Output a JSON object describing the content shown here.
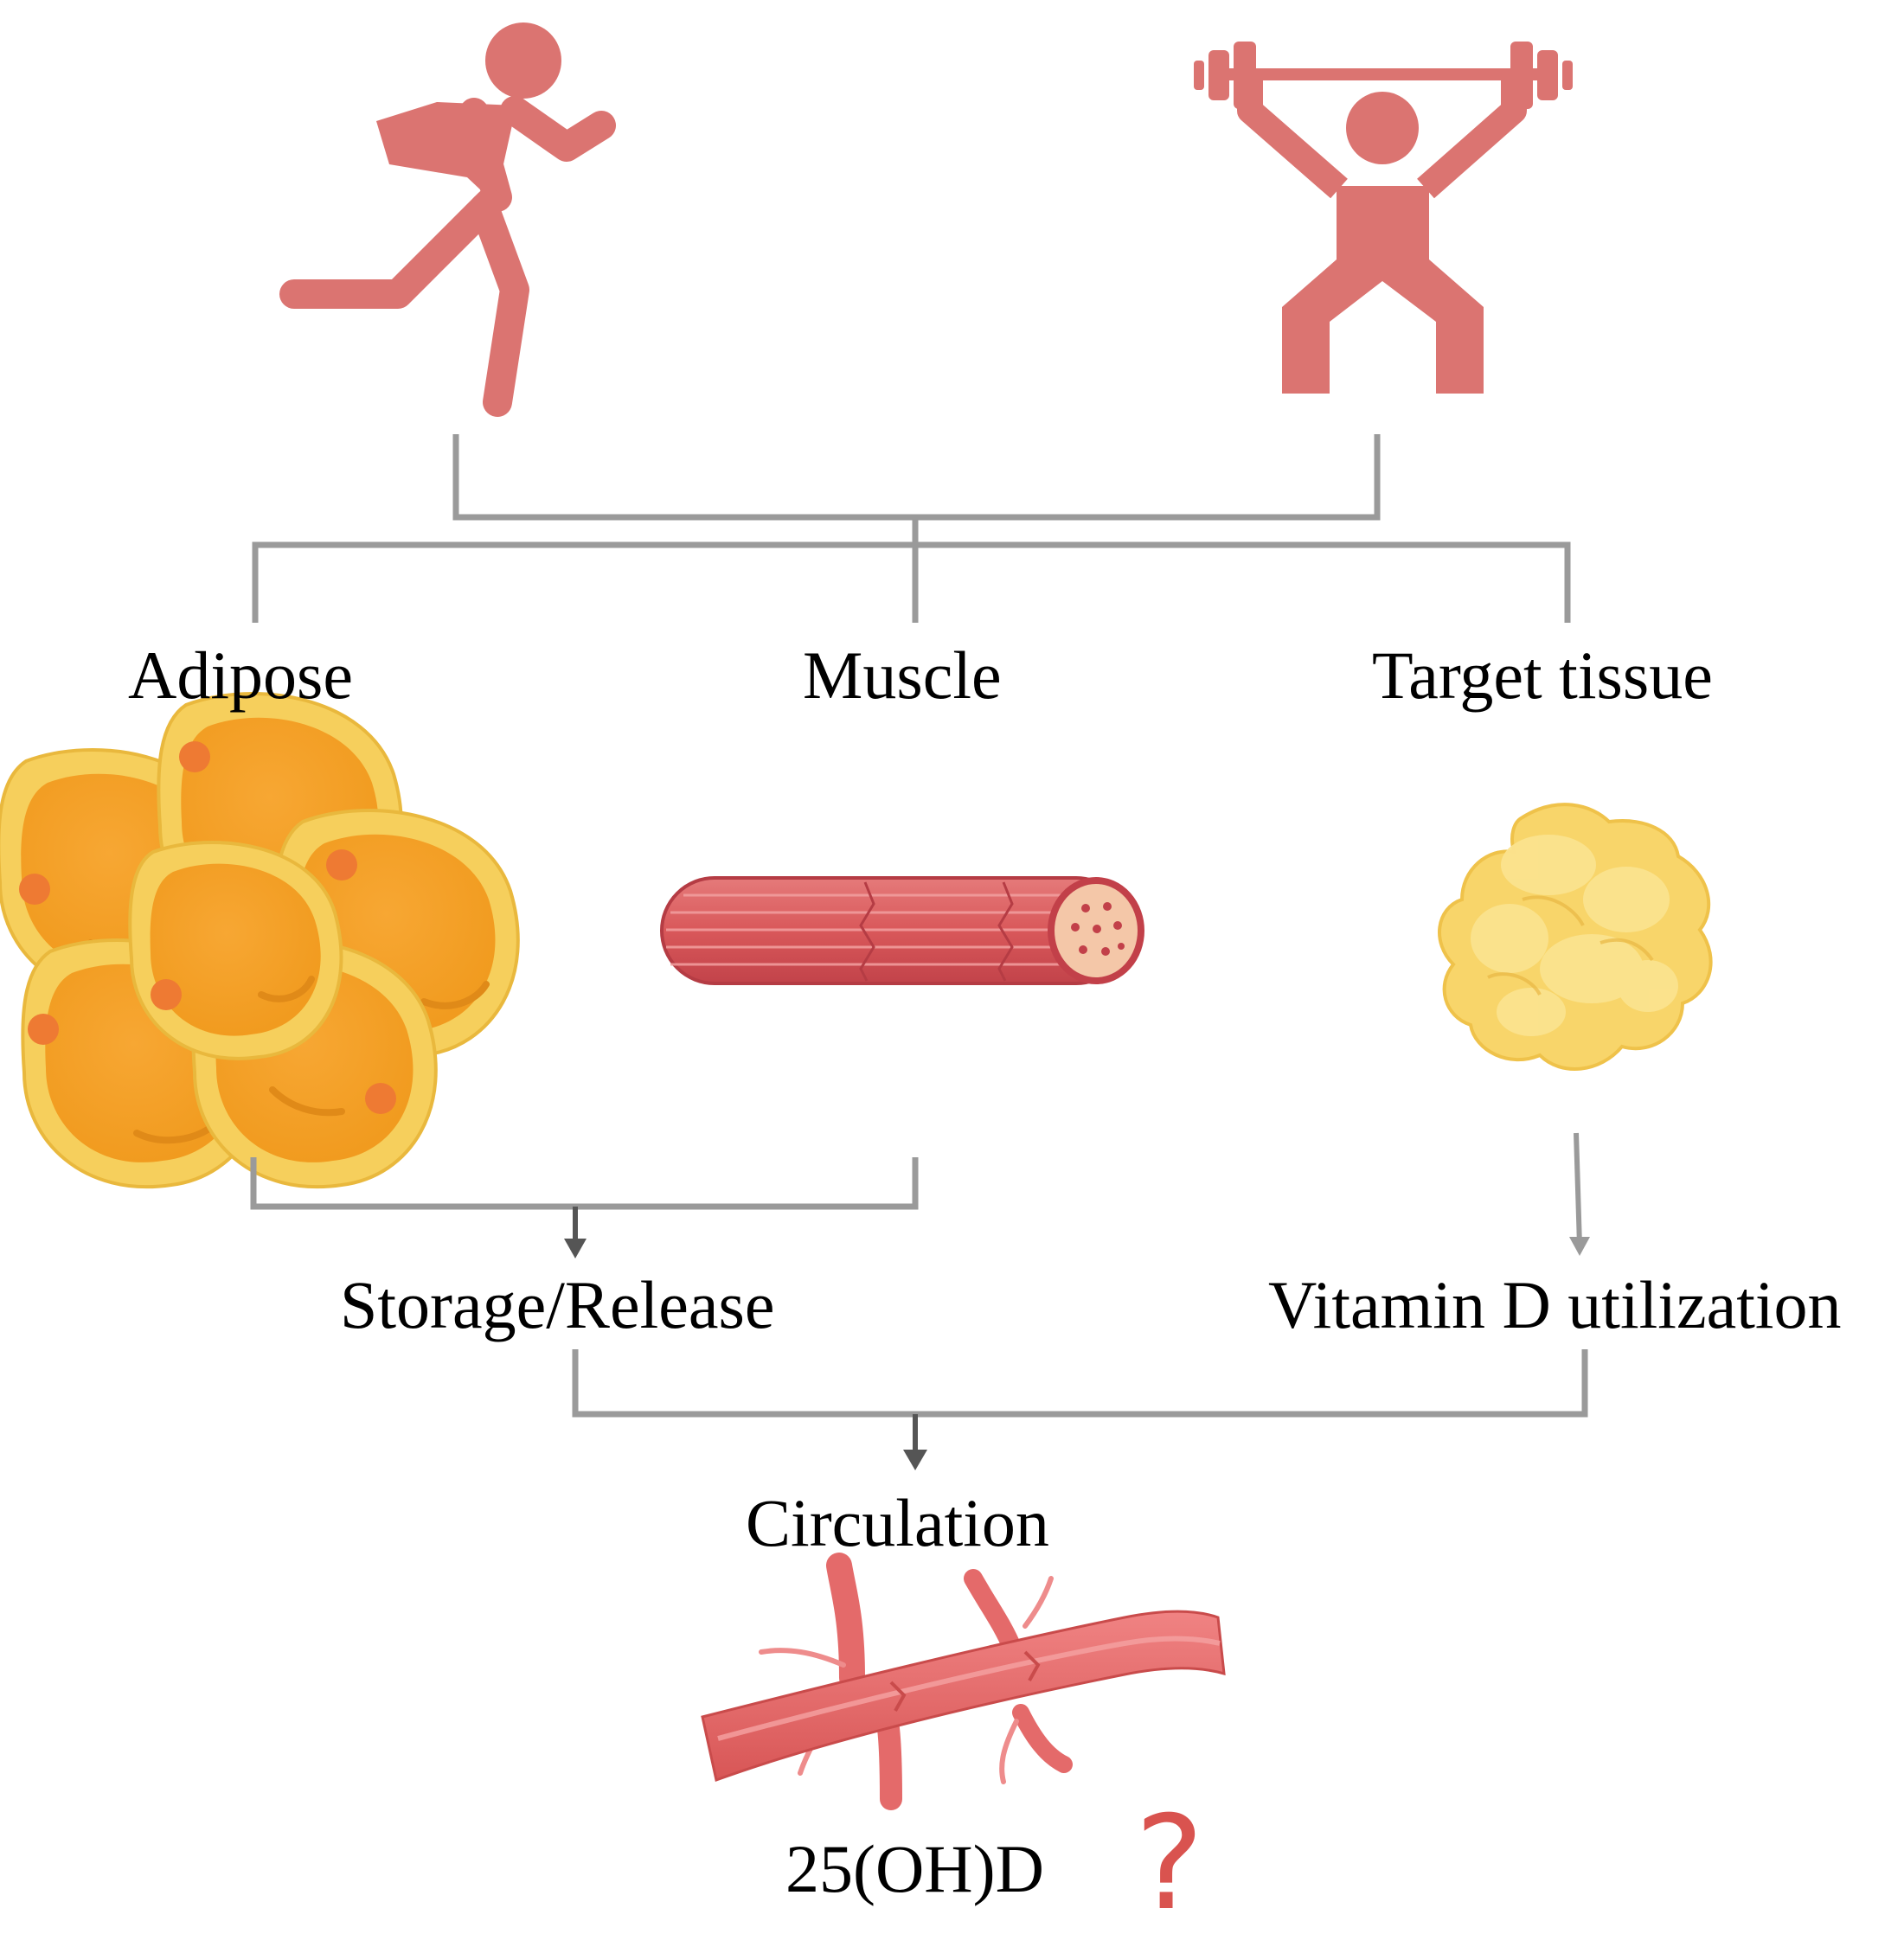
{
  "labels": {
    "adipose": "Adipose",
    "muscle": "Muscle",
    "target_tissue": "Target tissue",
    "storage_release": "Storage/Release",
    "vitamin_d_utilization": "Vitamin D utilization",
    "circulation": "Circulation",
    "metabolite": "25(OH)D",
    "question": "?"
  },
  "icons": {
    "top_left": "running-person-icon",
    "top_right": "weightlifter-icon",
    "tissue_1": "adipocyte-cluster-icon",
    "tissue_2": "muscle-fiber-icon",
    "tissue_3": "target-tissue-icon",
    "vessel": "blood-vessel-icon"
  },
  "colors": {
    "exercise_icon": "#db7471",
    "connector": "#9a9a9a",
    "arrow": "#555555",
    "fat_outer": "#f6cf5c",
    "fat_inner": "#f4a42c",
    "fat_dot": "#ee7a33",
    "muscle": "#d9585a",
    "muscle_end": "#f4c7a8",
    "tissue": "#f8d56a",
    "vessel": "#e26868",
    "question": "#d9534f"
  }
}
